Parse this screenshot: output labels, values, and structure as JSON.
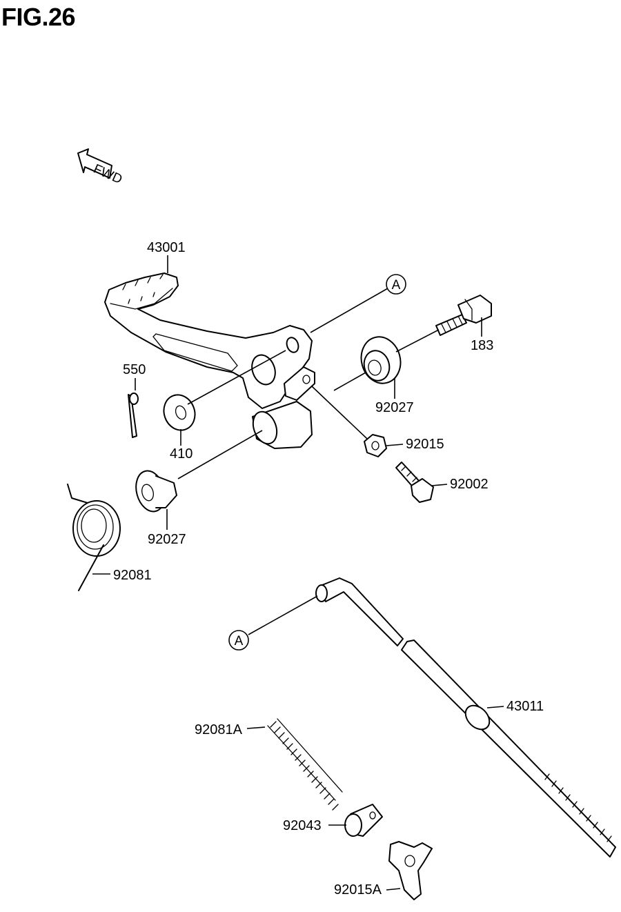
{
  "figure": {
    "title": "FIG.26"
  },
  "direction_indicator": {
    "text": "FWD"
  },
  "reference_markers": [
    {
      "letter": "A"
    },
    {
      "letter": "A"
    }
  ],
  "parts": [
    {
      "number": "43001"
    },
    {
      "number": "183"
    },
    {
      "number": "92027"
    },
    {
      "number": "550"
    },
    {
      "number": "410"
    },
    {
      "number": "92015"
    },
    {
      "number": "92002"
    },
    {
      "number": "92027"
    },
    {
      "number": "92081"
    },
    {
      "number": "43011"
    },
    {
      "number": "92081A"
    },
    {
      "number": "92043"
    },
    {
      "number": "92015A"
    }
  ]
}
